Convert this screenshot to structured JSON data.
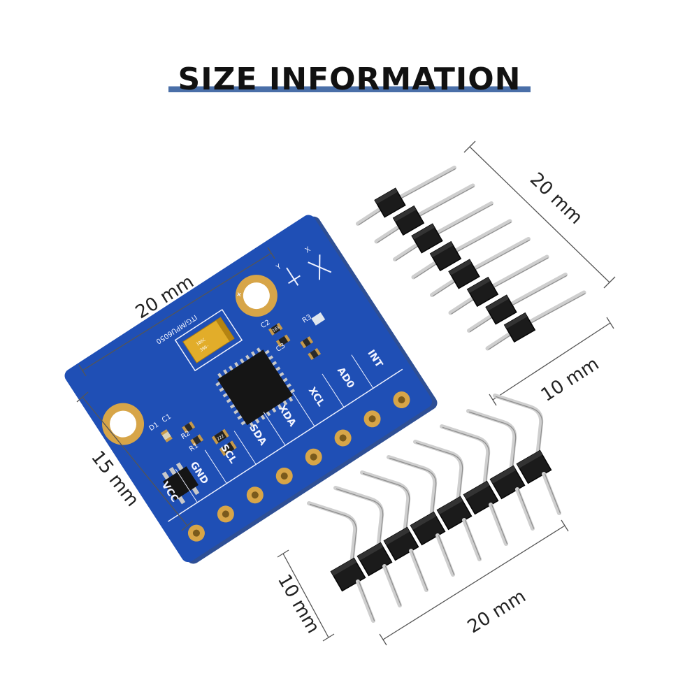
{
  "title": "SIZE INFORMATION",
  "colors": {
    "accent": "#4a6fa8",
    "board": "#1f4fb5",
    "board_edge": "#173c8a",
    "gold": "#d7a548",
    "header_plastic": "#1b1b1b",
    "pin_metal": "#c9c9c9"
  },
  "dimensions": {
    "board_width": "20 mm",
    "board_height": "15 mm",
    "straight_header_length": "20 mm",
    "straight_header_height": "10 mm",
    "angled_header_height": "10 mm",
    "angled_header_length": "20 mm"
  },
  "board": {
    "model": "ITG/MPU6050",
    "plus_mark": "+",
    "pins": [
      "VCC",
      "GND",
      "SCL",
      "SDA",
      "XDA",
      "XCL",
      "AD0",
      "INT"
    ],
    "capacitor_marking": "106C",
    "capacitor_marking_2": "396-",
    "resistor_marking": "103",
    "resistor_marking_2": "222",
    "silk_labels": [
      "C1",
      "R2",
      "R1",
      "D1",
      "C2",
      "C3",
      "R3",
      "Y",
      "X"
    ]
  }
}
